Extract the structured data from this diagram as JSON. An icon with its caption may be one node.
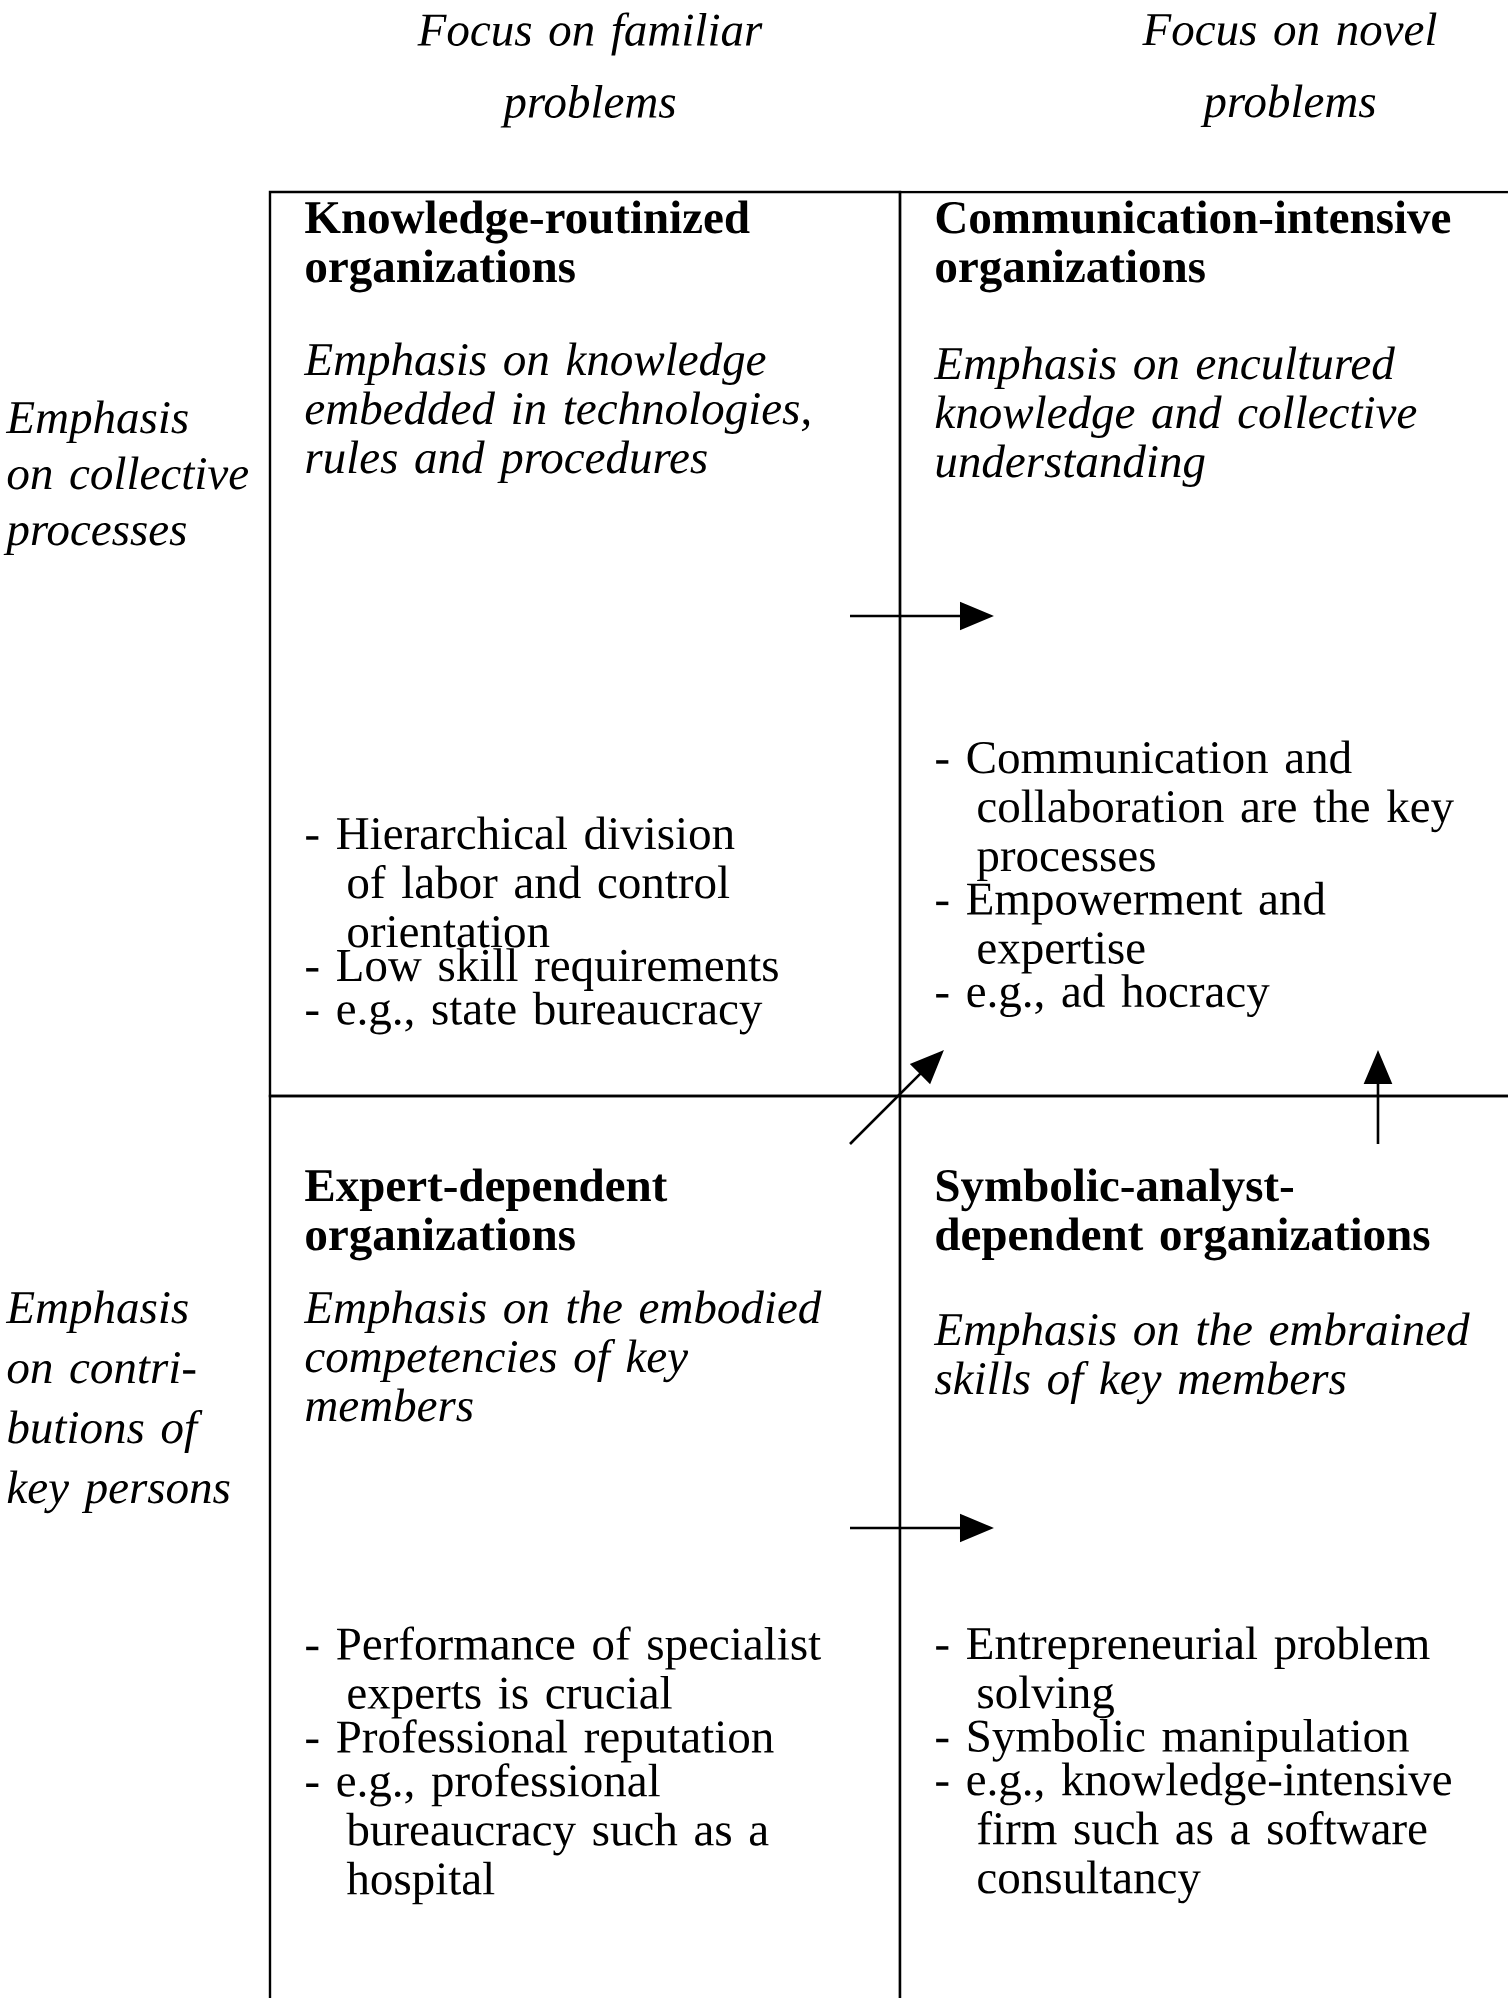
{
  "diagram": {
    "nodes": [
      {
        "text": [
          "Knowledge-routinized organizations",
          "Emphasis on knowledge embedded in technologies, rules and procedures",
          "- Hierarchical division of labor and control orientation",
          "- Low skill requirements",
          "- e.g., state bureaucracy"
        ]
      },
      {
        "text": [
          "Communication-intensive organizations",
          "Emphasis on encultured knowledge and collective understanding",
          "- Communication and collaboration are the key processes",
          "- Empowerment and expertise",
          "- e.g., ad hocracy"
        ]
      },
      {
        "text": [
          "Expert-dependent organizations",
          "Emphasis on the embodied competencies of key members",
          "- Performance of specialist experts is crucial",
          "- Professional reputation",
          "- e.g., professional bureaucracy such as a hospital"
        ]
      },
      {
        "text": [
          "Symbolic-analyst-dependent organizations",
          "Emphasis on the embrained skills of key members",
          "- Entrepreneurial problem solving",
          "- Symbolic manipulation",
          "- e.g., knowledge-intensive firm such as a software consultancy"
        ]
      }
    ],
    "edges": [
      {
        "from": 0,
        "to": 1,
        "arrow": "to"
      },
      {
        "from": 2,
        "to": 1,
        "arrow": "to"
      },
      {
        "from": 3,
        "to": 1,
        "arrow": "to"
      },
      {
        "from": 2,
        "to": 3,
        "arrow": "to"
      }
    ],
    "labels": [
      "Focus on familiar problems",
      "Focus on novel problems",
      "Emphasis on collective processes",
      "Emphasis on contri-butions of key persons"
    ]
  }
}
